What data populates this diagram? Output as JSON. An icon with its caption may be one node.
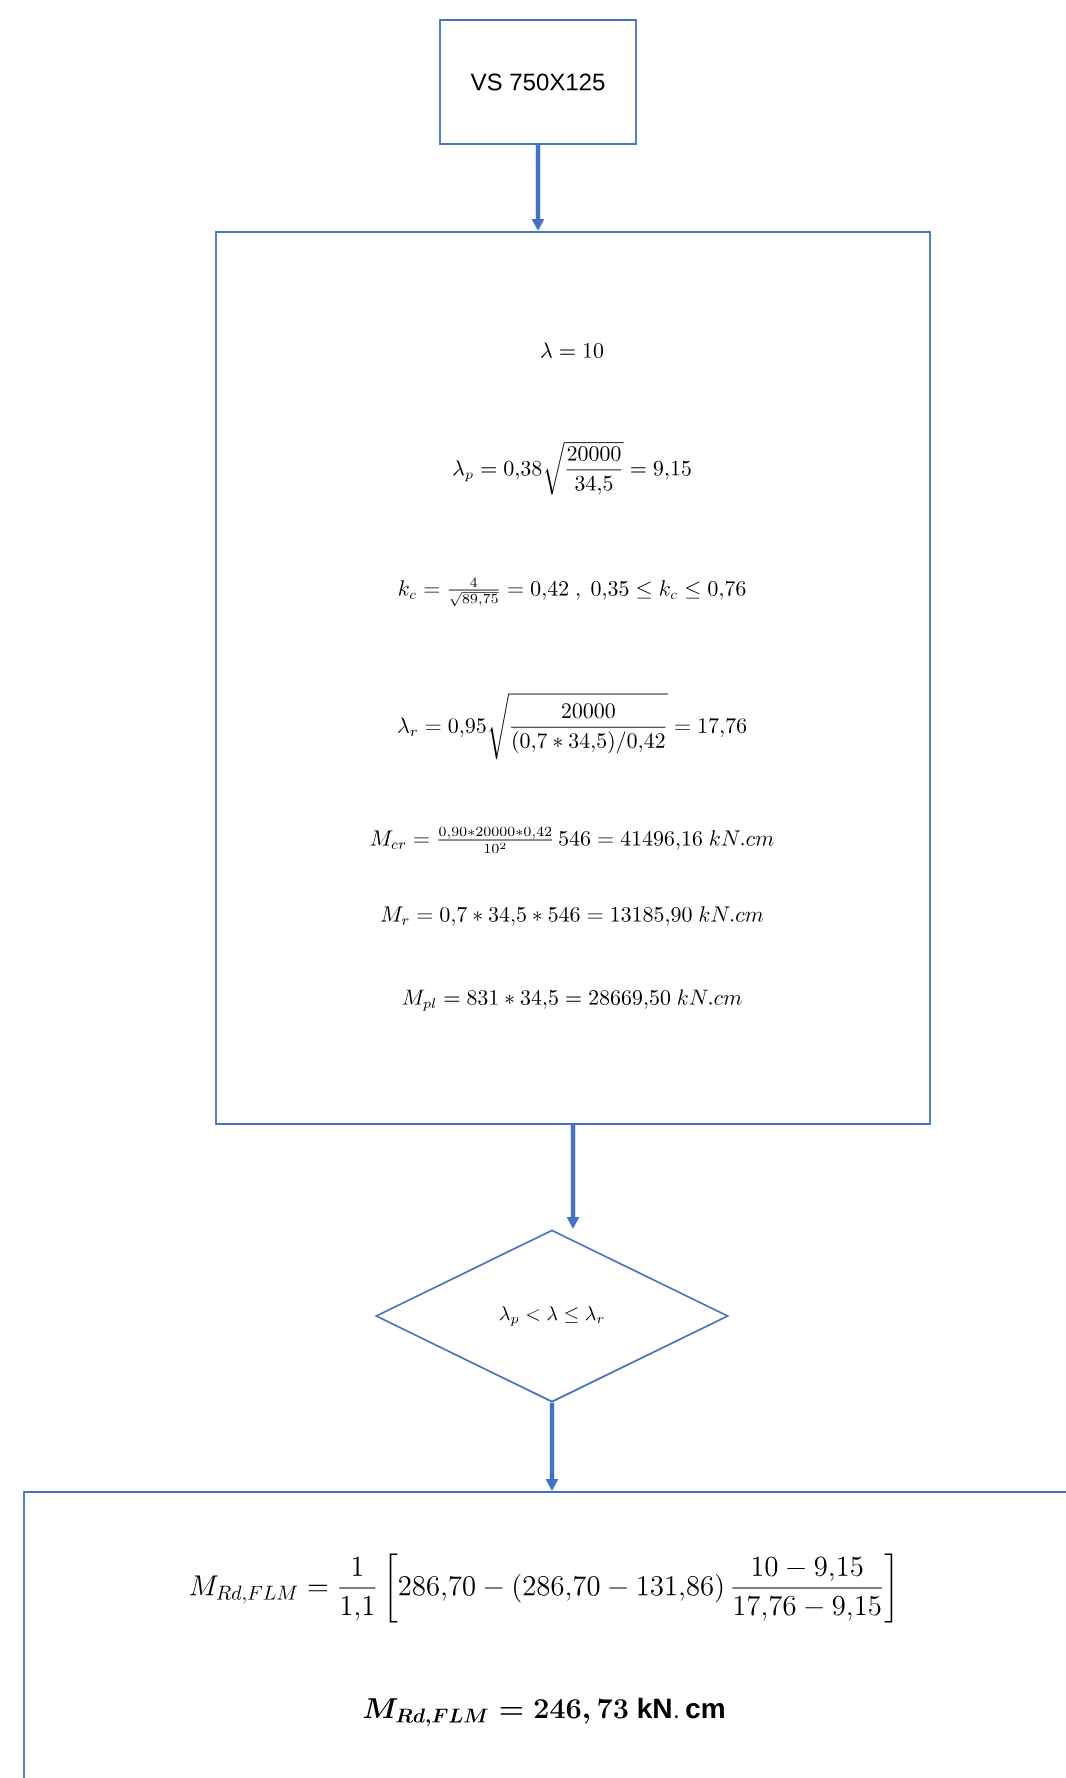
{
  "diagram": {
    "nodes": [
      {
        "text": [
          "VS 750X125"
        ]
      },
      {
        "text": [
          "\\lambda = 10",
          "\\lambda_p = 0{,}38\\sqrt{\\frac{20000}{34{,}5}} = 9{,}15",
          "k_c = \\frac{4}{\\sqrt{89{,}75}} = 0{,}42\\ ,\\ 0{,}35 \\leq k_c \\leq 0{,}76",
          "\\lambda_r = 0{,}95\\sqrt{\\frac{20000}{(0{,}7 * 34{,}5)/0{,}42}} = 17{,}76",
          "M_{cr} = \\frac{0{,}90 * 20000 * 0{,}42}{10^2}\\,546 = 41496{,}16\\ kN.cm",
          "M_r = 0{,}7 * 34{,}5 * 546 = 13185{,}90\\ kN.cm",
          "M_{pl} = 831 * 34{,}5 = 28669{,}50\\ kN.cm"
        ]
      },
      {
        "text": [
          "\\lambda_p < \\lambda \\leq \\lambda_r"
        ]
      },
      {
        "text": [
          "M_{Rd,FLM} = \\frac{1}{1{,}1}\\left[286{,}70 - (286{,}70 - 131{,}86)\\,\\frac{10 - 9{,}15}{17{,}76 - 9{,}15}\\right]",
          "\\boldsymbol{M_{Rd,FLM} = 246{,}\\,73}\\ \\mathbf{kN.\\,cm}"
        ]
      }
    ],
    "edges": [
      {
        "from": 0,
        "to": 1,
        "arrow": "to"
      },
      {
        "from": 1,
        "to": 2,
        "arrow": "to"
      },
      {
        "from": 2,
        "to": 3,
        "arrow": "to"
      }
    ]
  }
}
